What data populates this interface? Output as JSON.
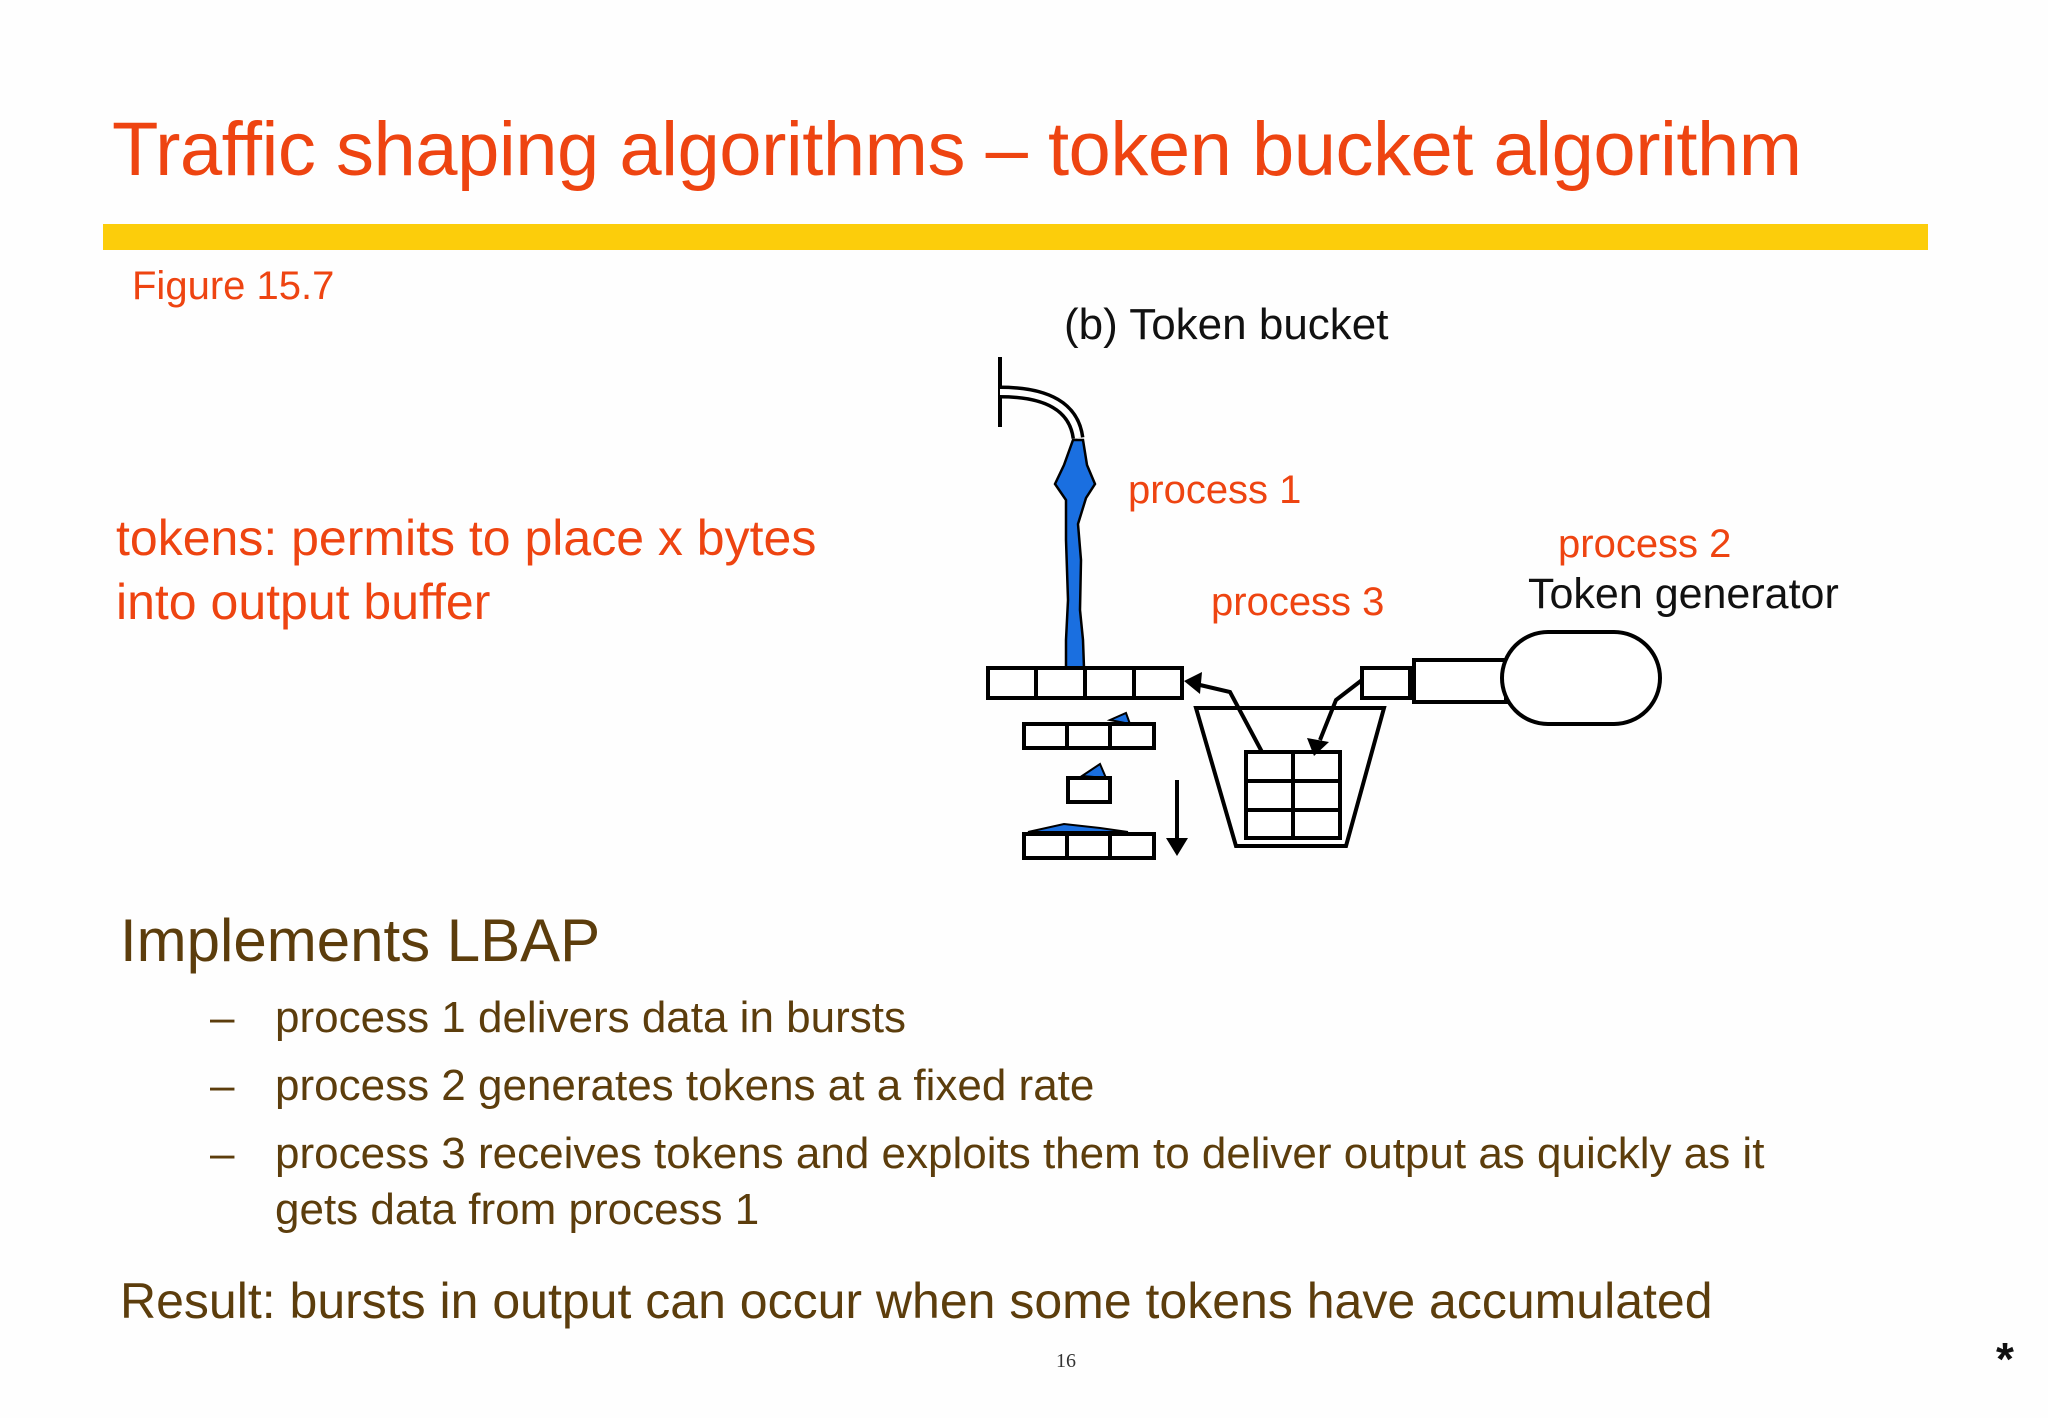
{
  "slide": {
    "title": "Traffic shaping algorithms – token bucket algorithm",
    "figure_label": "Figure 15.7",
    "token_definition": [
      "tokens: permits to place x bytes",
      "into output buffer"
    ],
    "diagram": {
      "caption": "(b) Token bucket",
      "process1": "process 1",
      "process2": "process 2",
      "process3": "process 3",
      "token_generator": "Token generator"
    },
    "heading": "Implements LBAP",
    "bullets": [
      {
        "dash": "–",
        "lines": [
          "process 1 delivers data in bursts"
        ]
      },
      {
        "dash": "–",
        "lines": [
          "process 2 generates tokens at a fixed rate"
        ]
      },
      {
        "dash": "–",
        "lines": [
          "process 3 receives tokens and exploits them to deliver output as quickly as it",
          "gets data from process 1"
        ]
      }
    ],
    "result": "Result: bursts in output can occur when some tokens have accumulated",
    "page_number": "16",
    "nav_symbol": "*"
  },
  "colors": {
    "title": "#ee4411",
    "accent_rule": "#fccd0b",
    "body_text": "#5c3d0c",
    "data_flow": "#1a6fe0"
  },
  "icons": [
    "tap-icon",
    "trash-bucket-icon",
    "token-generator-icon"
  ]
}
